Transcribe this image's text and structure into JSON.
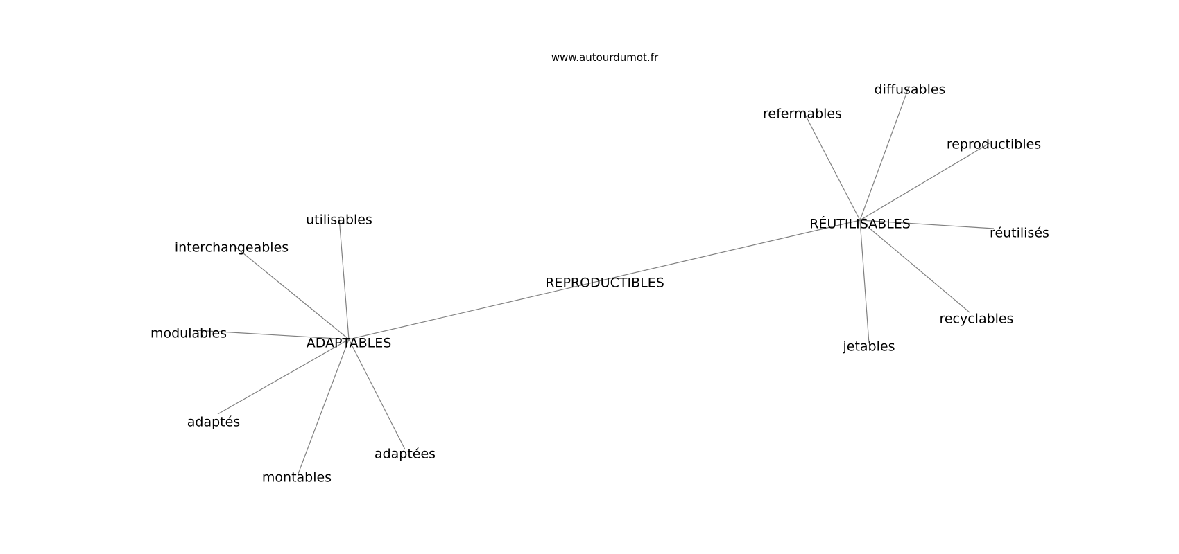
{
  "watermark": "www.autourdumot.fr",
  "graph": {
    "nodes": [
      {
        "id": "reproductibles_center",
        "label": "REPRODUCTIBLES"
      },
      {
        "id": "adaptables",
        "label": "ADAPTABLES"
      },
      {
        "id": "reutilisables",
        "label": "RÉUTILISABLES"
      },
      {
        "id": "utilisables",
        "label": "utilisables"
      },
      {
        "id": "interchangeables",
        "label": "interchangeables"
      },
      {
        "id": "modulables",
        "label": "modulables"
      },
      {
        "id": "adaptes",
        "label": "adaptés"
      },
      {
        "id": "montables",
        "label": "montables"
      },
      {
        "id": "adaptees",
        "label": "adaptées"
      },
      {
        "id": "refermables",
        "label": "refermables"
      },
      {
        "id": "diffusables",
        "label": "diffusables"
      },
      {
        "id": "reproductibles",
        "label": "reproductibles"
      },
      {
        "id": "reutilises",
        "label": "réutilisés"
      },
      {
        "id": "recyclables",
        "label": "recyclables"
      },
      {
        "id": "jetables",
        "label": "jetables"
      }
    ],
    "edges": [
      [
        "adaptables",
        "reutilisables"
      ],
      [
        "adaptables",
        "utilisables"
      ],
      [
        "adaptables",
        "interchangeables"
      ],
      [
        "adaptables",
        "modulables"
      ],
      [
        "adaptables",
        "adaptes"
      ],
      [
        "adaptables",
        "montables"
      ],
      [
        "adaptables",
        "adaptees"
      ],
      [
        "reutilisables",
        "refermables"
      ],
      [
        "reutilisables",
        "diffusables"
      ],
      [
        "reutilisables",
        "reproductibles"
      ],
      [
        "reutilisables",
        "reutilises"
      ],
      [
        "reutilisables",
        "recyclables"
      ],
      [
        "reutilisables",
        "jetables"
      ]
    ]
  }
}
